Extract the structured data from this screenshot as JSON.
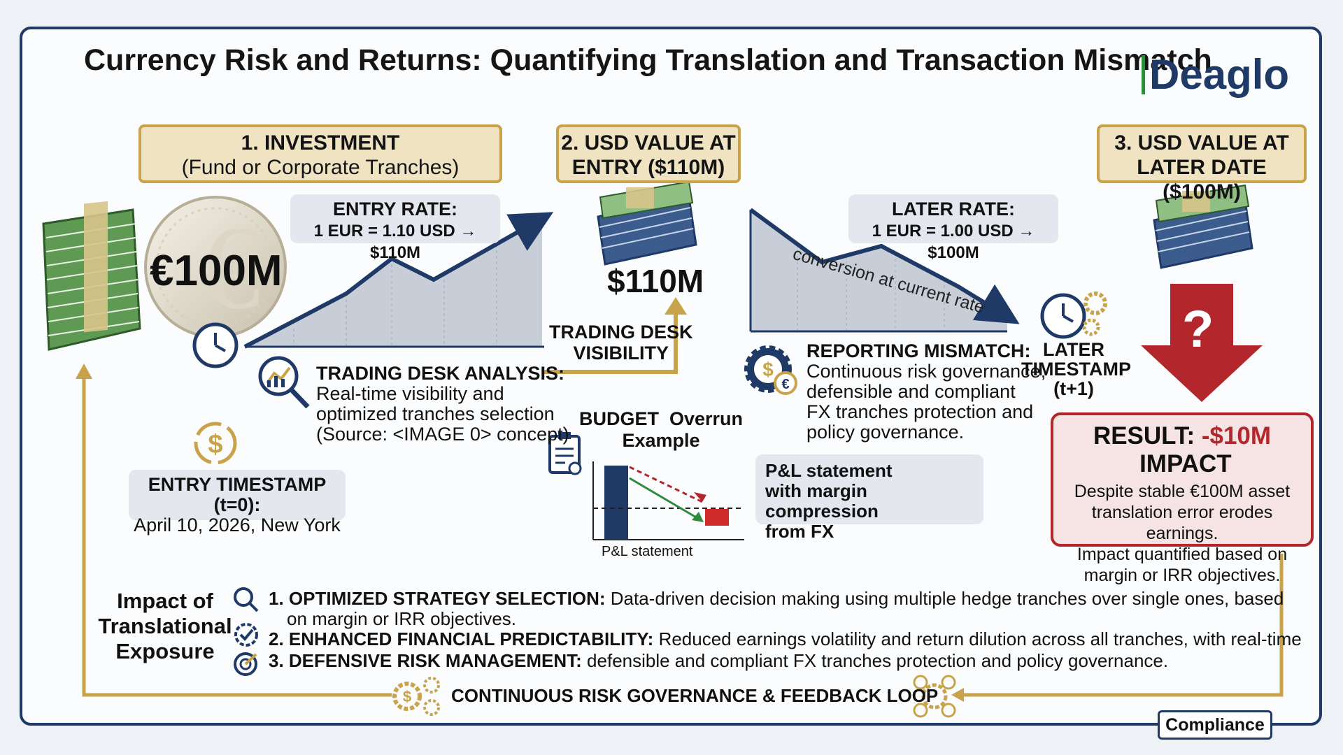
{
  "title": "Currency Risk and Returns: Quantifying Translation and Transaction Mismatch",
  "logo": "Deaglo",
  "step1": {
    "title": "1. INVESTMENT",
    "subtitle": "(Fund or Corporate Tranches)"
  },
  "step2": {
    "line1": "2. USD VALUE AT",
    "line2": "ENTRY ($110M)"
  },
  "step3": {
    "line1": "3. USD VALUE AT",
    "line2": "LATER DATE ($100M)"
  },
  "coin_value": "€100M",
  "usd_entry_value": "$110M",
  "entry_rate": {
    "title": "ENTRY RATE:",
    "value": "1 EUR = 1.10 USD → $110M"
  },
  "later_rate": {
    "title": "LATER RATE:",
    "value": "1 EUR = 1.00 USD → $100M"
  },
  "conversion_label": "conversion at current rate",
  "trading_visibility": {
    "line1": "TRADING DESK",
    "line2": "VISIBILITY"
  },
  "trading_analysis": {
    "title": "TRADING DESK ANALYSIS:",
    "line1": "Real-time visibility and",
    "line2": "optimized tranches selection",
    "line3": "(Source: <IMAGE 0> concept)"
  },
  "entry_timestamp": {
    "title": "ENTRY TIMESTAMP (t=0):",
    "value": "April 10, 2026, New York"
  },
  "budget": {
    "title_line1": "BUDGET  Overrun",
    "title_line2": "Example",
    "axis_label": "P&L statement"
  },
  "pnl_note": {
    "line1": "P&L statement",
    "line2": "with margin compression",
    "line3": "from FX"
  },
  "reporting": {
    "title": "REPORTING MISMATCH:",
    "line1": "Continuous risk governance,",
    "line2": "defensible and compliant",
    "line3": "FX tranches protection and",
    "line4": "policy governance."
  },
  "later_timestamp": {
    "line1": "LATER",
    "line2": "TIMESTAMP",
    "line3": "(t+1)"
  },
  "question_mark": "?",
  "result": {
    "prefix": "RESULT: ",
    "amount": "-$10M",
    "suffix": " IMPACT",
    "line1": "Despite stable €100M asset",
    "line2": "translation error erodes earnings.",
    "line3": "Impact quantified based on",
    "line4": "margin or IRR objectives."
  },
  "impact": {
    "line1": "Impact of",
    "line2": "Translational",
    "line3": "Exposure"
  },
  "bullets": [
    {
      "label": "1. OPTIMIZED STRATEGY SELECTION:",
      "text": " Data-driven decision making using multiple hedge tranches over single ones, based",
      "text2": "on margin or IRR objectives."
    },
    {
      "label": "2. ENHANCED FINANCIAL PREDICTABILITY:",
      "text": " Reduced earnings volatility and return dilution across all tranches, with real-time"
    },
    {
      "label": "3. DEFENSIVE RISK MANAGEMENT:",
      "text": " defensible and compliant FX tranches protection and policy governance."
    }
  ],
  "loop_label": "CONTINUOUS RISK GOVERNANCE & FEEDBACK LOOP",
  "compliance": "Compliance",
  "colors": {
    "navy": "#1f3a66",
    "gold": "#c9a34a",
    "red": "#b3262b",
    "green": "#2e8b3c",
    "money_green": "#5f9a55"
  }
}
